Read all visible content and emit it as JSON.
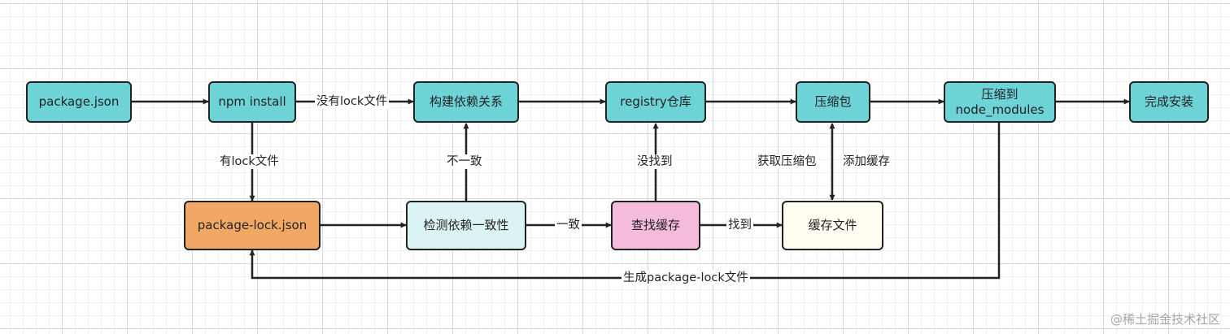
{
  "nodes": {
    "package_json": "package.json",
    "npm_install": "npm install",
    "build_deps": "构建依赖关系",
    "registry": "registry仓库",
    "tarball": "压缩包",
    "extract_to": "压缩到\nnode_modules",
    "install_done": "完成安装",
    "package_lock": "package-lock.json",
    "check_consistency": "检测依赖一致性",
    "find_cache": "查找缓存",
    "cache_file": "缓存文件"
  },
  "edges": {
    "no_lock": "没有lock文件",
    "has_lock": "有lock文件",
    "inconsistent": "不一致",
    "consistent": "一致",
    "not_found": "没找到",
    "found": "找到",
    "get_tarball": "获取压缩包",
    "add_cache": "添加缓存",
    "gen_lock": "生成package-lock文件"
  },
  "colors": {
    "primary_node": "#6dd3d7",
    "lock_node": "#f2a865",
    "check_node": "#dcf3f4",
    "cache_lookup_node": "#f5bbdc",
    "cache_file_node": "#fffef0",
    "stroke": "#222222"
  },
  "watermark": "@稀土掘金技术社区"
}
